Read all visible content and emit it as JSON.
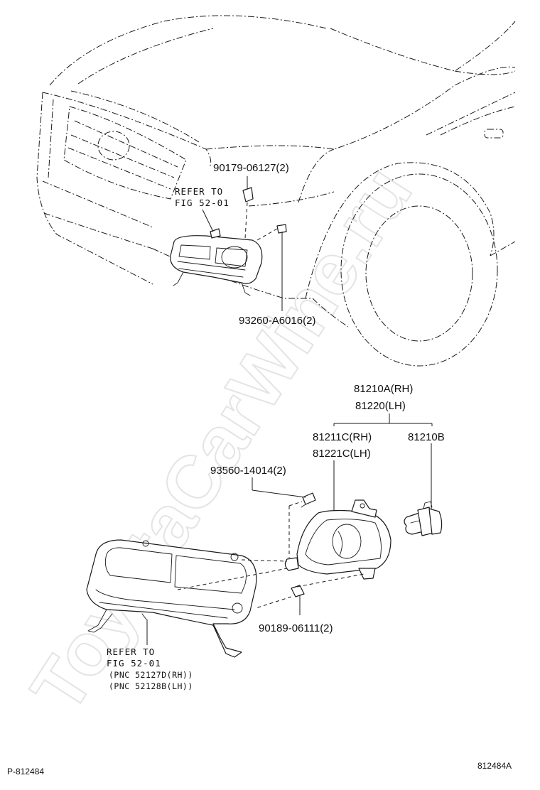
{
  "labels": {
    "clip_top": "90179-06127(2)",
    "refer_top_1": "REFER TO",
    "refer_top_2": "FIG 52-01",
    "screw_top": "93260-A6016(2)",
    "assy_rh": "81210A(RH)",
    "assy_lh": "81220(LH)",
    "unit_rh": "81211C(RH)",
    "unit_lh": "81221C(LH)",
    "bulb": "81210B",
    "screw_mid": "93560-14014(2)",
    "clip_bottom": "90189-06111(2)",
    "refer_bottom_1": "REFER TO",
    "refer_bottom_2": "FIG 52-01",
    "pnc_rh": "(PNC 52127D(RH))",
    "pnc_lh": "(PNC 52128B(LH))"
  },
  "footer": {
    "left": "P-812484",
    "right": "812484A"
  },
  "watermark": "ToyotaCarWine.ru"
}
